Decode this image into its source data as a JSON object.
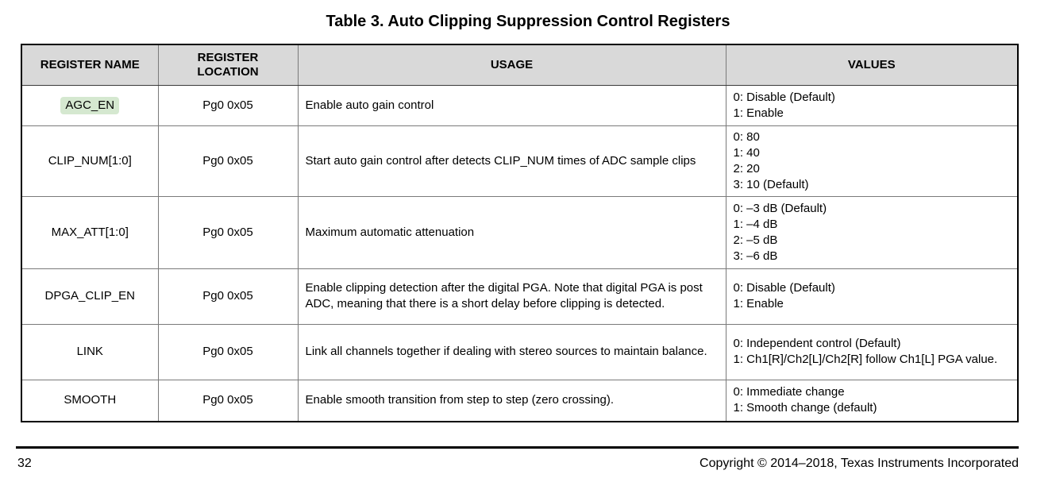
{
  "title": "Table 3. Auto Clipping Suppression Control Registers",
  "table": {
    "columns": [
      {
        "key": "register-name",
        "label": "REGISTER NAME"
      },
      {
        "key": "register-location",
        "label": "REGISTER\nLOCATION"
      },
      {
        "key": "usage",
        "label": "USAGE"
      },
      {
        "key": "values",
        "label": "VALUES"
      }
    ],
    "rows": [
      {
        "name": "AGC_EN",
        "highlighted": true,
        "location": "Pg0 0x05",
        "usage": "Enable auto gain control",
        "values": [
          "0: Disable (Default)",
          "1: Enable"
        ]
      },
      {
        "name": "CLIP_NUM[1:0]",
        "highlighted": false,
        "location": "Pg0 0x05",
        "usage": "Start auto gain control after detects CLIP_NUM times of ADC sample clips",
        "values": [
          "0: 80",
          "1: 40",
          "2: 20",
          "3: 10 (Default)"
        ]
      },
      {
        "name": "MAX_ATT[1:0]",
        "highlighted": false,
        "location": "Pg0 0x05",
        "usage": "Maximum automatic attenuation",
        "values": [
          "0: –3 dB (Default)",
          "1: –4 dB",
          "2: –5 dB",
          "3: –6 dB"
        ]
      },
      {
        "name": "DPGA_CLIP_EN",
        "highlighted": false,
        "location": "Pg0 0x05",
        "usage": "Enable clipping detection after the digital PGA. Note that digital PGA is post ADC, meaning that there is a short delay before clipping is detected.",
        "values": [
          "0: Disable (Default)",
          "1: Enable"
        ]
      },
      {
        "name": "LINK",
        "highlighted": false,
        "location": "Pg0 0x05",
        "usage": "Link all channels together if dealing with stereo sources to maintain balance.",
        "values": [
          "0: Independent control (Default)",
          "1: Ch1[R]/Ch2[L]/Ch2[R] follow Ch1[L] PGA value."
        ]
      },
      {
        "name": "SMOOTH",
        "highlighted": false,
        "location": "Pg0 0x05",
        "usage": "Enable smooth transition from step to step (zero crossing).",
        "values": [
          "0: Immediate change",
          "1: Smooth change (default)"
        ]
      }
    ]
  },
  "footer": {
    "page_number": "32",
    "copyright": "Copyright © 2014–2018, Texas Instruments Incorporated"
  },
  "colors": {
    "header_bg": "#d9d9d9",
    "highlight_bg": "#d5e8d0",
    "border_outer": "#000000",
    "border_inner": "#7a7a7a"
  }
}
